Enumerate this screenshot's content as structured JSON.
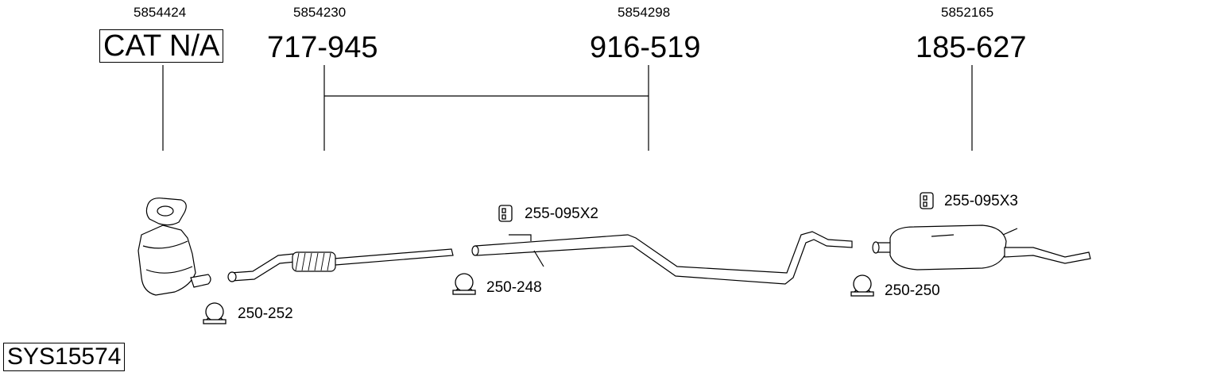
{
  "oe_numbers": [
    "5854424",
    "5854230",
    "5854298",
    "5852165"
  ],
  "part_numbers": [
    "CAT N/A",
    "717-945",
    "916-519",
    "185-627"
  ],
  "fittings": {
    "clamp_1": "250-252",
    "clamp_2": "250-248",
    "clamp_3": "250-250",
    "hanger_1": "255-095X2",
    "hanger_2": "255-095X3"
  },
  "system_id": "SYS15574",
  "icons": [
    "clamp-icon",
    "rubber-hanger-icon"
  ]
}
